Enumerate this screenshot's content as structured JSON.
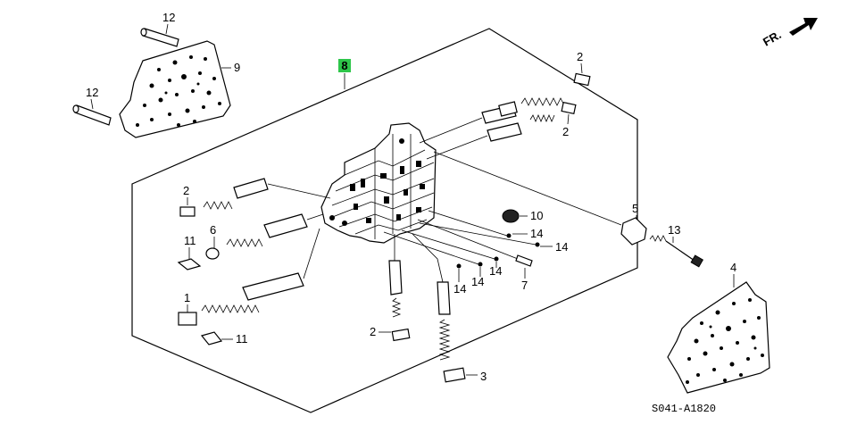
{
  "diagram": {
    "diagram_code": "S041-A1820",
    "direction_marker": "FR.",
    "highlight_color": "#2ec64a",
    "callouts": {
      "p8": "8",
      "p9": "9",
      "p12a": "12",
      "p12b": "12",
      "p2a": "2",
      "p2b": "2",
      "p2c": "2",
      "p2d": "2",
      "p6": "6",
      "p11a": "11",
      "p11b": "11",
      "p1": "1",
      "p10": "10",
      "p14a": "14",
      "p14b": "14",
      "p14c": "14",
      "p14d": "14",
      "p14e": "14",
      "p7": "7",
      "p5": "5",
      "p13": "13",
      "p4": "4",
      "p3": "3"
    }
  }
}
